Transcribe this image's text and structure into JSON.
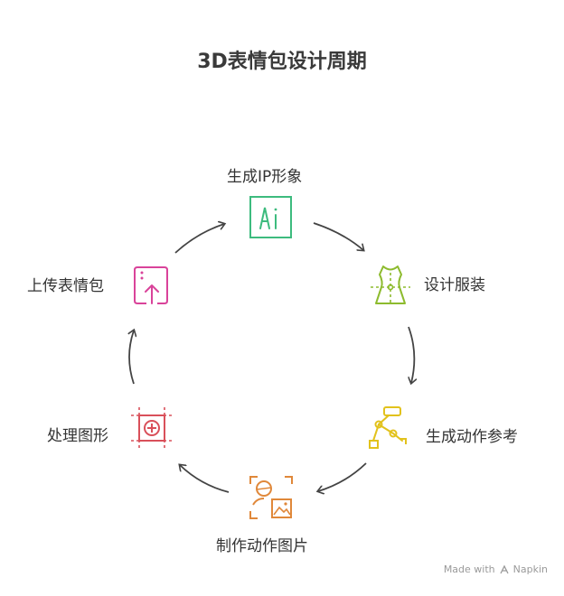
{
  "title": "3D表情包设计周期",
  "steps": [
    {
      "label": "生成IP形象",
      "icon": "ai-icon",
      "color": "#3dbb7e"
    },
    {
      "label": "设计服装",
      "icon": "dress-icon",
      "color": "#8dbb2e"
    },
    {
      "label": "生成动作参考",
      "icon": "robot-arm-icon",
      "color": "#e2c21c"
    },
    {
      "label": "制作动作图片",
      "icon": "image-person-icon",
      "color": "#e0883a"
    },
    {
      "label": "处理图形",
      "icon": "frame-plus-icon",
      "color": "#d9505a"
    },
    {
      "label": "上传表情包",
      "icon": "upload-doc-icon",
      "color": "#d9439a"
    }
  ],
  "footer": {
    "made_with": "Made with",
    "brand": "Napkin"
  }
}
